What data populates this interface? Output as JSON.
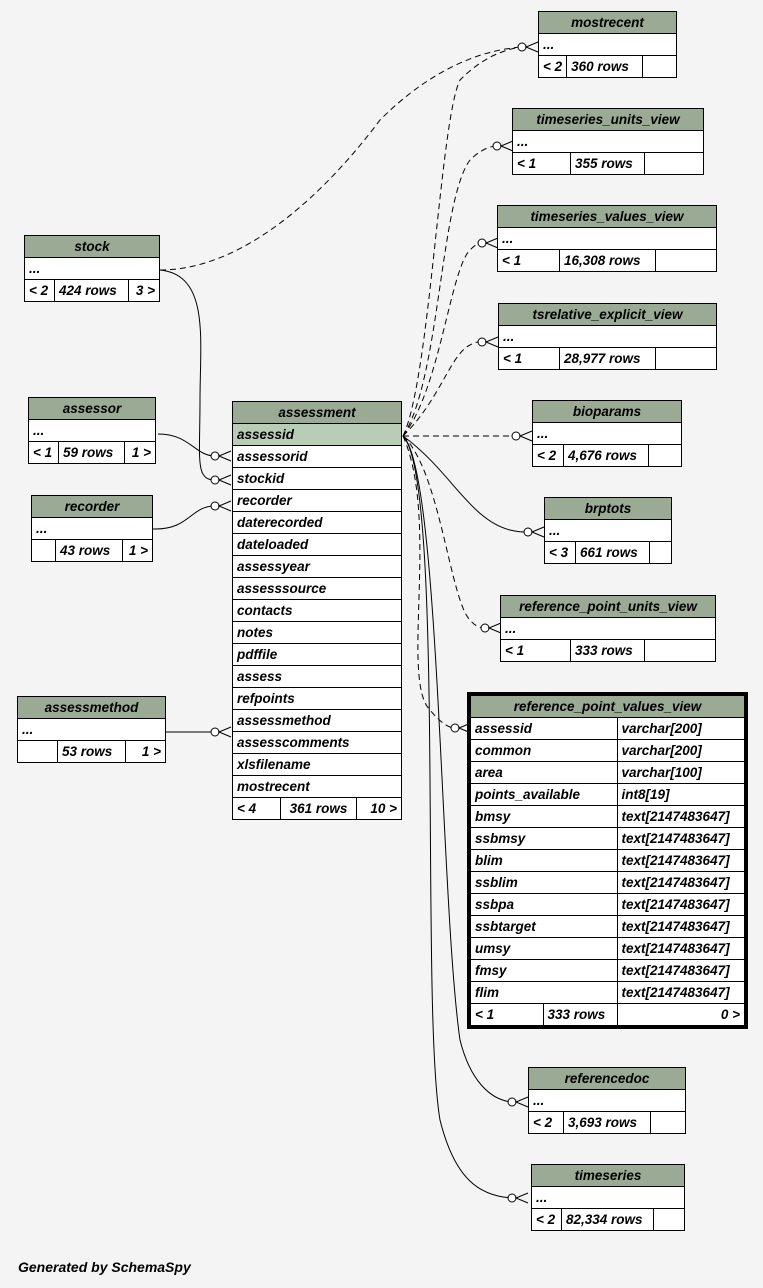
{
  "tables": {
    "mostrecent": {
      "title": "mostrecent",
      "body": "...",
      "left": "< 2",
      "rows": "360 rows",
      "right": ""
    },
    "timeseries_units_view": {
      "title": "timeseries_units_view",
      "body": "...",
      "left": "< 1",
      "rows": "355 rows",
      "right": ""
    },
    "timeseries_values_view": {
      "title": "timeseries_values_view",
      "body": "...",
      "left": "< 1",
      "rows": "16,308 rows",
      "right": ""
    },
    "tsrelative_explicit_view": {
      "title": "tsrelative_explicit_view",
      "body": "...",
      "left": "< 1",
      "rows": "28,977 rows",
      "right": ""
    },
    "bioparams": {
      "title": "bioparams",
      "body": "...",
      "left": "< 2",
      "rows": "4,676 rows",
      "right": ""
    },
    "brptots": {
      "title": "brptots",
      "body": "...",
      "left": "< 3",
      "rows": "661 rows",
      "right": ""
    },
    "reference_point_units_view": {
      "title": "reference_point_units_view",
      "body": "...",
      "left": "< 1",
      "rows": "333 rows",
      "right": ""
    },
    "stock": {
      "title": "stock",
      "body": "...",
      "left": "< 2",
      "rows": "424 rows",
      "right": "3 >"
    },
    "assessor": {
      "title": "assessor",
      "body": "...",
      "left": "< 1",
      "rows": "59 rows",
      "right": "1 >"
    },
    "recorder": {
      "title": "recorder",
      "body": "...",
      "left": "",
      "rows": "43 rows",
      "right": "1 >"
    },
    "assessmethod": {
      "title": "assessmethod",
      "body": "...",
      "left": "",
      "rows": "53 rows",
      "right": "1 >"
    },
    "referencedoc": {
      "title": "referencedoc",
      "body": "...",
      "left": "< 2",
      "rows": "3,693 rows",
      "right": ""
    },
    "timeseries": {
      "title": "timeseries",
      "body": "...",
      "left": "< 2",
      "rows": "82,334 rows",
      "right": ""
    }
  },
  "assessment": {
    "title": "assessment",
    "columns": [
      "assessid",
      "assessorid",
      "stockid",
      "recorder",
      "daterecorded",
      "dateloaded",
      "assessyear",
      "assesssource",
      "contacts",
      "notes",
      "pdffile",
      "assess",
      "refpoints",
      "assessmethod",
      "assesscomments",
      "xlsfilename",
      "mostrecent"
    ],
    "left": "< 4",
    "rows": "361 rows",
    "right": "10 >"
  },
  "rpv": {
    "title": "reference_point_values_view",
    "columns": [
      {
        "name": "assessid",
        "type": "varchar[200]"
      },
      {
        "name": "common",
        "type": "varchar[200]"
      },
      {
        "name": "area",
        "type": "varchar[100]"
      },
      {
        "name": "points_available",
        "type": "int8[19]"
      },
      {
        "name": "bmsy",
        "type": "text[2147483647]"
      },
      {
        "name": "ssbmsy",
        "type": "text[2147483647]"
      },
      {
        "name": "blim",
        "type": "text[2147483647]"
      },
      {
        "name": "ssblim",
        "type": "text[2147483647]"
      },
      {
        "name": "ssbpa",
        "type": "text[2147483647]"
      },
      {
        "name": "ssbtarget",
        "type": "text[2147483647]"
      },
      {
        "name": "umsy",
        "type": "text[2147483647]"
      },
      {
        "name": "fmsy",
        "type": "text[2147483647]"
      },
      {
        "name": "flim",
        "type": "text[2147483647]"
      }
    ],
    "left": "< 1",
    "rows": "333 rows",
    "right": "0 >"
  },
  "footer": "Generated by SchemaSpy",
  "colors": {
    "header": "#9baa95",
    "selected": "#b9cdb6",
    "background": "#f4f4f4"
  }
}
